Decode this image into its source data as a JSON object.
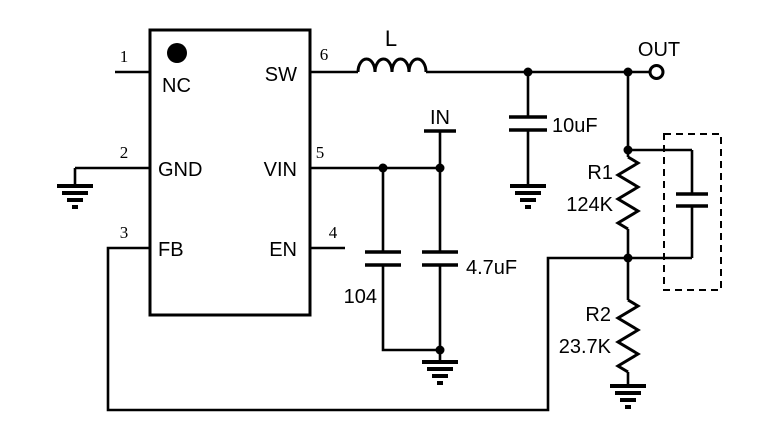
{
  "ic": {
    "pins": {
      "p1": {
        "num": "1",
        "name": "NC"
      },
      "p2": {
        "num": "2",
        "name": "GND"
      },
      "p3": {
        "num": "3",
        "name": "FB"
      },
      "p4": {
        "num": "4",
        "name": "EN"
      },
      "p5": {
        "num": "5",
        "name": "VIN"
      },
      "p6": {
        "num": "6",
        "name": "SW"
      }
    }
  },
  "components": {
    "inductor": {
      "label": "L"
    },
    "output_terminal": {
      "label": "OUT"
    },
    "input_terminal": {
      "label": "IN"
    },
    "cap_output": {
      "value": "10uF"
    },
    "cap_input_small": {
      "value": "104"
    },
    "cap_input_bulk": {
      "value": "4.7uF"
    },
    "r1": {
      "name": "R1",
      "value": "124K"
    },
    "r2": {
      "name": "R2",
      "value": "23.7K"
    }
  },
  "colors": {
    "line": "#000000",
    "background": "#ffffff"
  }
}
